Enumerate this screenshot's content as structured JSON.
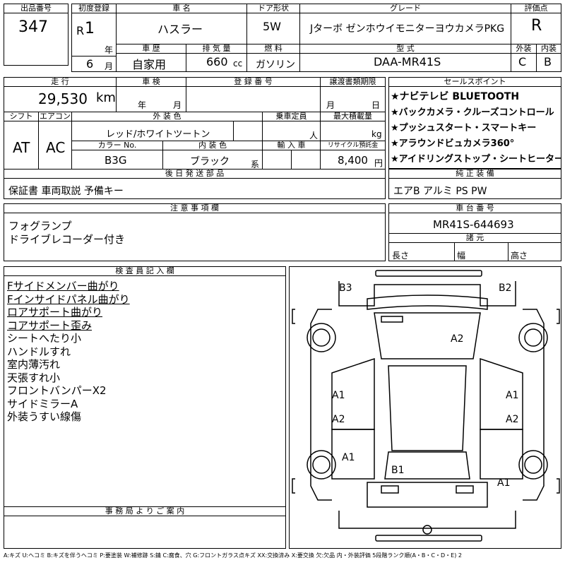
{
  "labels": {
    "lot_no": "出品番号",
    "first_reg": "初度登録",
    "car_name": "車 名",
    "door": "ドア形状",
    "grade": "グレード",
    "score": "評価点",
    "history": "車 歴",
    "displacement": "排 気 量",
    "fuel": "燃 料",
    "model": "型 式",
    "ext": "外装",
    "int": "内装",
    "mileage": "走 行",
    "inspection": "車 検",
    "reg_no": "登 録 番 号",
    "transfer_deadline": "譲渡書類期限",
    "shift": "シフト",
    "aircon": "エアコン",
    "ext_color": "外 装 色",
    "capacity": "乗車定員",
    "max_load": "最大積載量",
    "color_no": "カラー No.",
    "int_color": "内 装 色",
    "import": "輸 入 車",
    "recycle": "リサイクル預託金",
    "later_parts": "後 日 発 送 部 品",
    "selling_points": "セールスポイント",
    "genuine_equip": "純 正 装 備",
    "notes": "注 意 事 項 欄",
    "chassis_no": "車 台 番 号",
    "dimensions": "諸 元",
    "length": "長さ",
    "width": "幅",
    "height": "高さ",
    "inspector": "検 査 員 記 入 欄",
    "office": "事 務 局 よ り ご 案 内",
    "year_unit": "年",
    "month_unit": "月",
    "km_unit": "km",
    "cc_unit": "cc",
    "person_unit": "人",
    "kg_unit": "kg",
    "yen_unit": "円",
    "kei": "系",
    "era": "R"
  },
  "values": {
    "lot_no": "347",
    "reg_year": "1",
    "reg_month": "6",
    "car_name": "ハスラー",
    "door": "5W",
    "grade": "Jターボ ゼンホウイモニターヨウカメラPKG",
    "score": "R",
    "history": "自家用",
    "displacement": "660",
    "fuel": "ガソリン",
    "model": "DAA-MR41S",
    "ext_score": "C",
    "int_score": "B",
    "mileage": "29,530",
    "shift": "AT",
    "aircon": "AC",
    "ext_color": "レッド/ホワイトツートン",
    "color_no": "B3G",
    "int_color": "ブラック",
    "recycle": "8,400",
    "later_parts": "保証書 車両取説 予備キー",
    "genuine_equip": "エアB アルミ PS PW",
    "chassis_no": "MR41S-644693"
  },
  "selling_points": [
    "★ナビテレビ BLUETOOTH",
    "★バックカメラ・クルーズコントロール",
    "★プッシュスタート・スマートキー",
    "★アラウンドビュカメラ360°",
    "★アイドリングストップ・シートヒーター"
  ],
  "notes": [
    "フォグランプ",
    "ドライブレコーダー付き"
  ],
  "inspector_notes": [
    {
      "text": "Fサイドメンバー曲がり",
      "underline": true
    },
    {
      "text": "Fインサイドパネル曲がり",
      "underline": true
    },
    {
      "text": "ロアサポート曲がり",
      "underline": true
    },
    {
      "text": "コアサポート歪み",
      "underline": true
    },
    {
      "text": "シートへたり小",
      "underline": false
    },
    {
      "text": "ハンドルすれ",
      "underline": false
    },
    {
      "text": "室内薄汚れ",
      "underline": false
    },
    {
      "text": "天張すれ小",
      "underline": false
    },
    {
      "text": "フロントバンパーX2",
      "underline": false
    },
    {
      "text": "サイドミラーA",
      "underline": false
    },
    {
      "text": "外装うすい線傷",
      "underline": false
    }
  ],
  "damage_marks": [
    "B3",
    "B2",
    "A2",
    "A1",
    "A1",
    "A2",
    "A2",
    "A1",
    "B1",
    "A1"
  ],
  "legend": "A:キズ U:ヘコミ B:キズを伴うヘコミ P:要塗装 W:補修跡 S:錆 C:腐食、穴 G:フロントガラス点キズ XX:交換済み X:要交換 欠:欠品 内・外装評価 5段階ランク順(A・B・C・D・E) 2"
}
